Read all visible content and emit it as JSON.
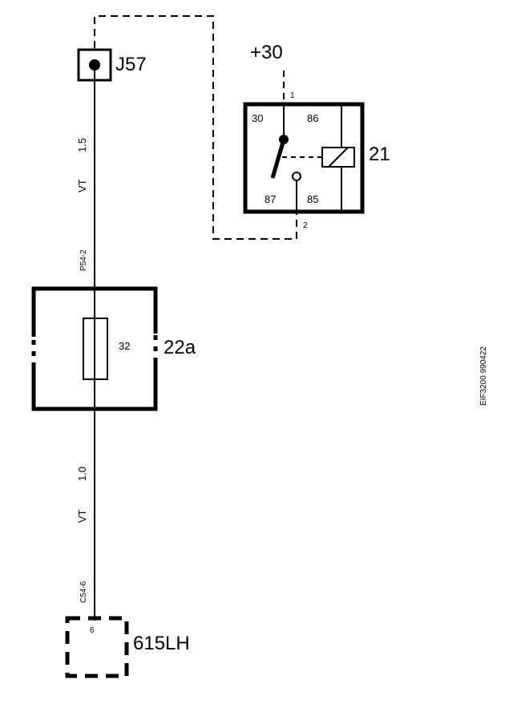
{
  "connector_top": {
    "label": "J57"
  },
  "supply": {
    "label": "+30"
  },
  "relay": {
    "label": "21",
    "pin_30": "30",
    "pin_86": "86",
    "pin_87": "87",
    "pin_85": "85",
    "terminal_1": "1",
    "terminal_2": "2"
  },
  "wire_upper": {
    "size": "1.5",
    "color": "VT",
    "connector": "P54-2"
  },
  "fuse_box": {
    "label": "22a",
    "fuse_number": "32"
  },
  "wire_lower": {
    "size": "1.0",
    "color": "VT",
    "connector": "C54-6"
  },
  "component_bottom": {
    "label": "615LH",
    "pin": "6"
  },
  "drawing_id": "EIF3200 990422"
}
